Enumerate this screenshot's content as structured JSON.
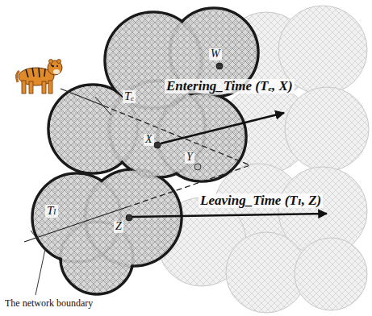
{
  "diagram": {
    "labels": [
      "W",
      "X",
      "Y",
      "Z",
      "Tₑ",
      "Tₗ",
      "Entering_Time (Tₑ, X)",
      "Leaving_Time (Tₗ, Z)",
      "The network boundary"
    ]
  }
}
